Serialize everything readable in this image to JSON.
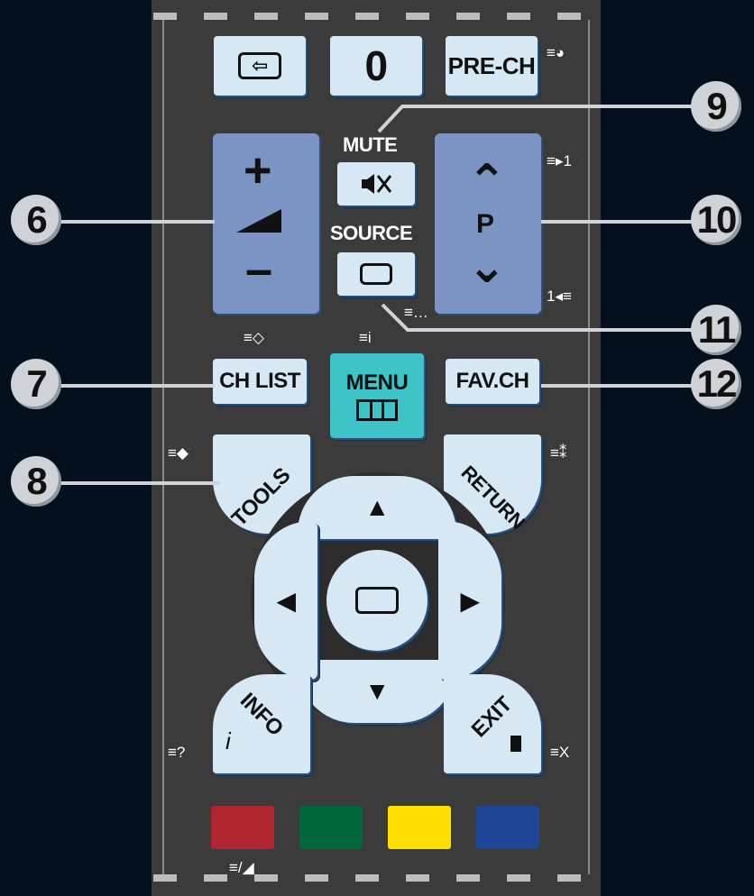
{
  "buttons": {
    "input_label": "⇦",
    "zero_label": "0",
    "prech_label": "PRE-CH",
    "mute_label": "MUTE",
    "mute_icon": "speaker-mute",
    "source_label": "SOURCE",
    "vol_plus": "+",
    "vol_minus": "–",
    "ch_label": "P",
    "ch_up": "⌃",
    "ch_down": "⌄",
    "chlist_label": "CH LIST",
    "menu_label": "MENU",
    "favch_label": "FAV.CH",
    "tools_label": "TOOLS",
    "return_label": "RETURN",
    "info_label": "INFO",
    "info_i": "i",
    "exit_label": "EXIT",
    "up_arrow": "▲",
    "down_arrow": "▼",
    "left_arrow": "◀",
    "right_arrow": "▶"
  },
  "teletext_icons": {
    "t_prech": "≡◕",
    "t_chup": "≡▸1",
    "t_chdown": "1◂≡",
    "t_source": "≡…",
    "t_chlist": "≡◇",
    "t_menu": "≡i",
    "t_tools": "≡◆",
    "t_return": "≡⁑",
    "t_info": "≡?",
    "t_exit": "≡X",
    "t_color": "≡/◢"
  },
  "callouts": [
    "6",
    "7",
    "8",
    "9",
    "10",
    "11",
    "12"
  ],
  "colors": {
    "red": "#b0252f",
    "green": "#00673a",
    "yellow": "#ffde00",
    "blue": "#1e4596",
    "menu": "#3ec3c8",
    "key": "#d6e8f4",
    "rocker": "#7b94c4"
  }
}
